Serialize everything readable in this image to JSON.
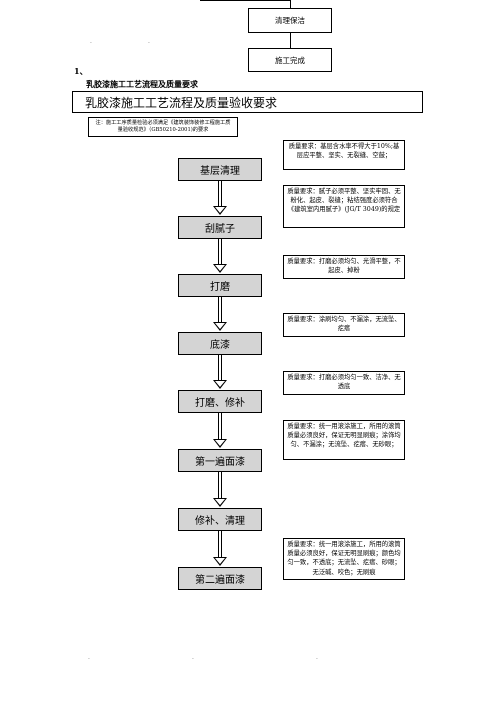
{
  "top_flow": {
    "clean_label": "清理保洁",
    "done_label": "施工完成"
  },
  "section_number": "1、",
  "section_heading": "乳胶漆施工工艺流程及质量要求",
  "main_title": "乳胶漆施工工艺流程及质量验收要求",
  "note": "注：施工工序质量检验必须满足《建筑装饰装修工程施工质量验收规范》（GB50210-2001)的要求",
  "steps": [
    {
      "label": "基层清理",
      "quality": "质量要求：基层含水率不得大于10%;基层应平整、坚实、无裂缝、空鼓；"
    },
    {
      "label": "刮腻子",
      "quality": "质量要求：腻子必须平整、坚实牢固、无粉化、起皮、裂缝；粘结强度必须符合《建筑室内用腻子》(JG/T 3049)的规定"
    },
    {
      "label": "打磨",
      "quality": "质量要求：打磨必须均匀、光滑平整，不起皮、掉粉"
    },
    {
      "label": "底漆",
      "quality": "质量要求：涂刷均匀、不漏涂，无流坠、疙瘩"
    },
    {
      "label": "打磨、修补",
      "quality": "质量要求：打磨必须均匀一致、洁净、无透底"
    },
    {
      "label": "第一遍面漆",
      "quality": "质量要求：统一用滚涂施工，所用的滚筒质量必须良好，保证无明显刷痕；涂饰均匀、不漏涂；无流坠、疙瘩、无砂眼；"
    },
    {
      "label": "修补、清理",
      "quality": ""
    },
    {
      "label": "第二遍面漆",
      "quality": "质量要求：统一用滚涂施工，所用的滚筒质量必须良好，保证无明显刷痕；颜色均匀一致，不透底；无流坠、疙瘩、砂眼；无泛碱、咬色；无刷痕"
    }
  ]
}
